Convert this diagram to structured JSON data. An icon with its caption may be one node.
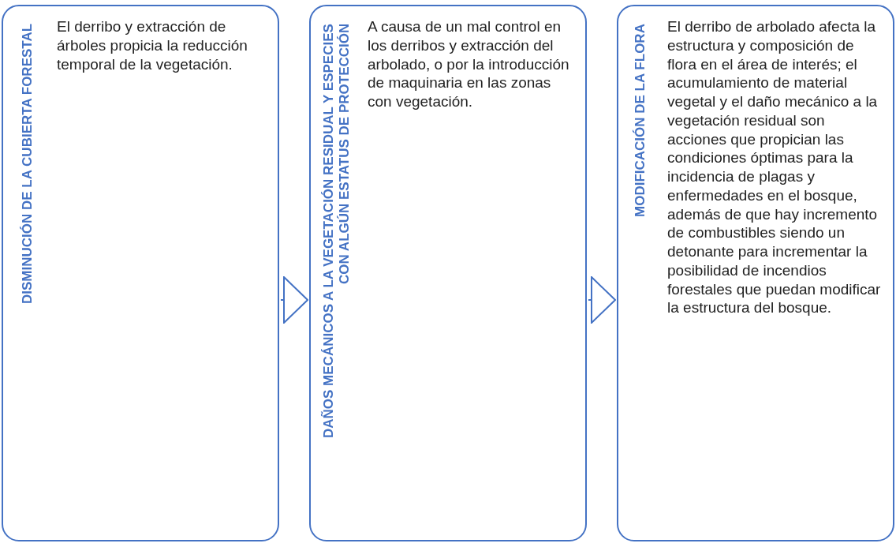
{
  "diagram": {
    "nodes": [
      {
        "text": [
          "DISMINUCIÓN DE LA CUBIERTA FORESTAL",
          "El derribo y extracción de árboles propicia la reducción temporal de la vegetación."
        ]
      },
      {
        "text": [
          "DAÑOS MECÁNICOS A LA VEGETACIÓN RESIDUAL Y ESPECIES CON ALGÚN ESTATUS DE PROTECCIÓN",
          "A causa de un mal control en los derribos y extracción del arbolado, o por la introducción de maquinaria en las zonas con vegetación."
        ]
      },
      {
        "text": [
          "MODIFICACIÓN DE LA FLORA",
          "El derribo de arbolado afecta la estructura y composición de flora en el área de interés; el acumulamiento de material vegetal y el daño mecánico a la vegetación residual son acciones que propician las condiciones óptimas para la incidencia de plagas y enfermedades en el bosque, además de que hay incremento de combustibles siendo un detonante para incrementar la posibilidad de incendios forestales que puedan modificar la estructura del bosque."
        ]
      }
    ],
    "edges": [
      {
        "from": 0,
        "to": 1,
        "arrow": "to"
      },
      {
        "from": 1,
        "to": 2,
        "arrow": "to"
      }
    ]
  }
}
